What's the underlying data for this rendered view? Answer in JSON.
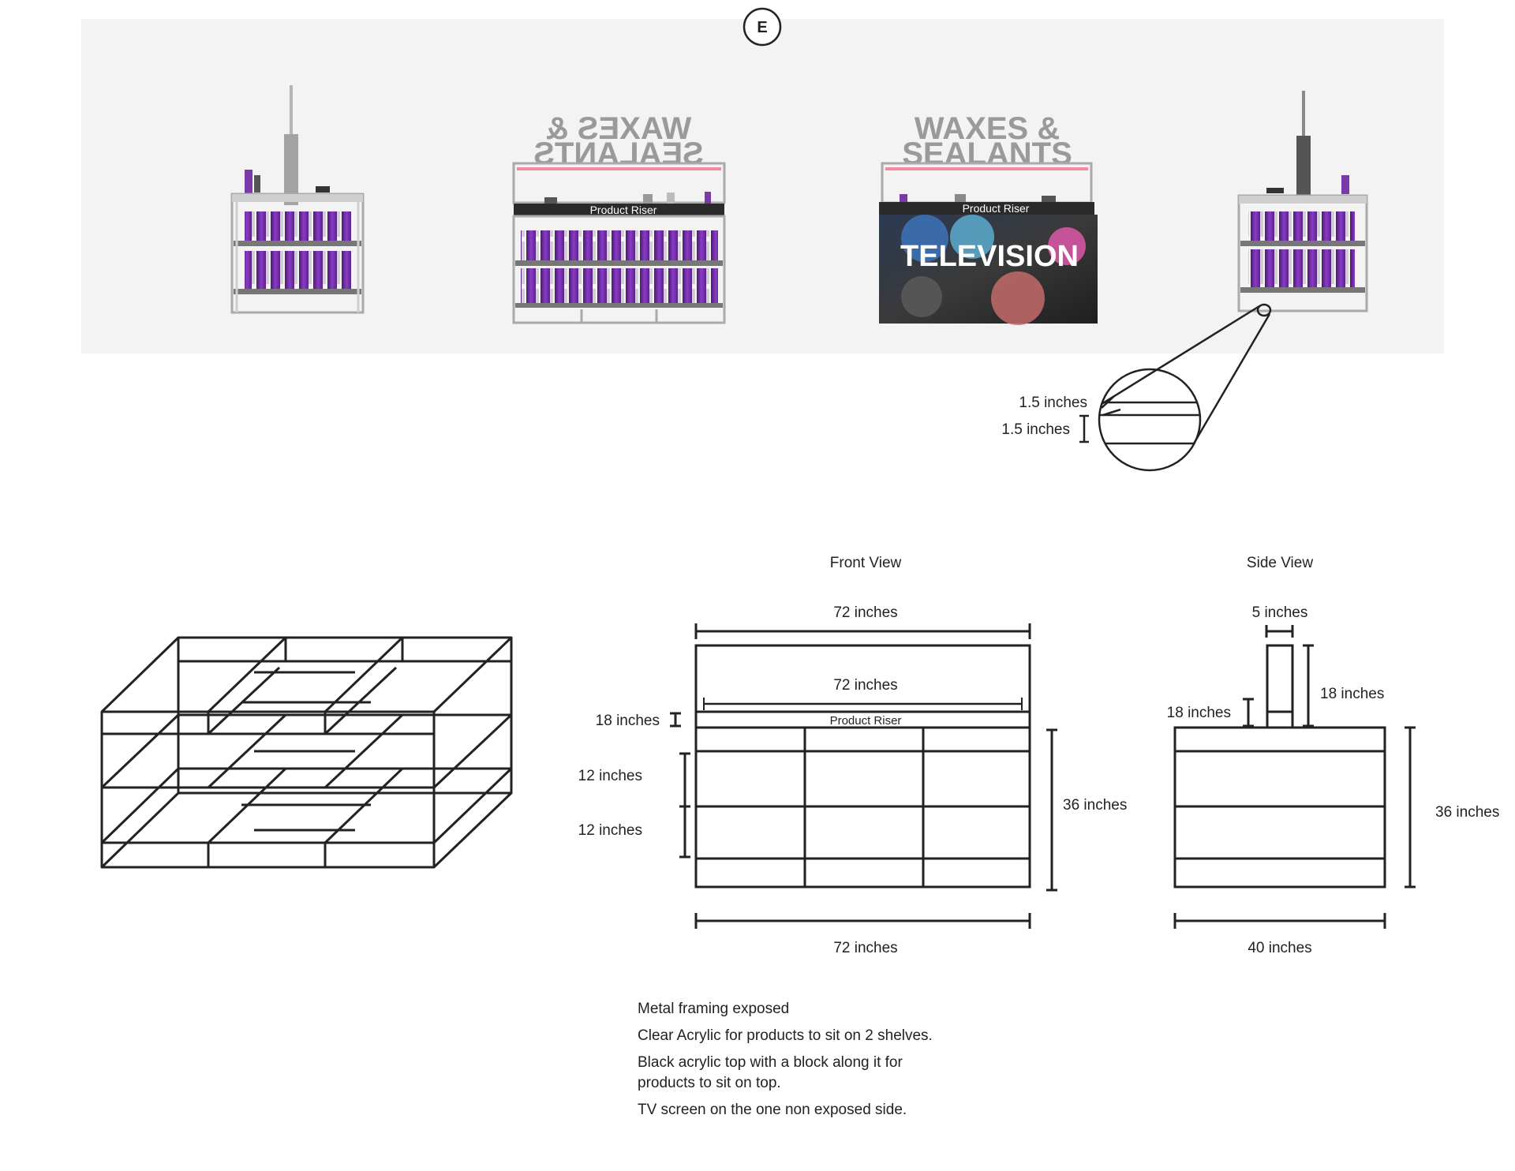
{
  "marker": "E",
  "renders": {
    "sign_text_line1": "WAXES &",
    "sign_text_line2": "SEALANTS",
    "product_riser_label": "Product Riser",
    "television_label": "TELEVISION"
  },
  "detail": {
    "label_top": "1.5 inches",
    "label_bottom": "1.5 inches"
  },
  "front_view": {
    "title": "Front View",
    "top_width": "72 inches",
    "inner_width": "72 inches",
    "riser_height": "18 inches",
    "riser_label": "Product Riser",
    "shelf_height_1": "12 inches",
    "shelf_height_2": "12 inches",
    "body_height": "36 inches",
    "bottom_width": "72 inches"
  },
  "side_view": {
    "title": "Side View",
    "post_width": "5 inches",
    "post_height": "18 inches",
    "riser_height": "18 inches",
    "body_height": "36 inches",
    "bottom_width": "40 inches"
  },
  "notes": [
    "Metal framing exposed",
    "Clear Acrylic for products to sit on 2 shelves.",
    "Black acrylic top with a block along it for products to sit on top.",
    "TV screen on the one non exposed side."
  ],
  "colors": {
    "panel_bg": "#f3f3f3",
    "product_purple": "#6b2a9c",
    "frame_silver": "#b9b9b9",
    "line": "#222222"
  }
}
